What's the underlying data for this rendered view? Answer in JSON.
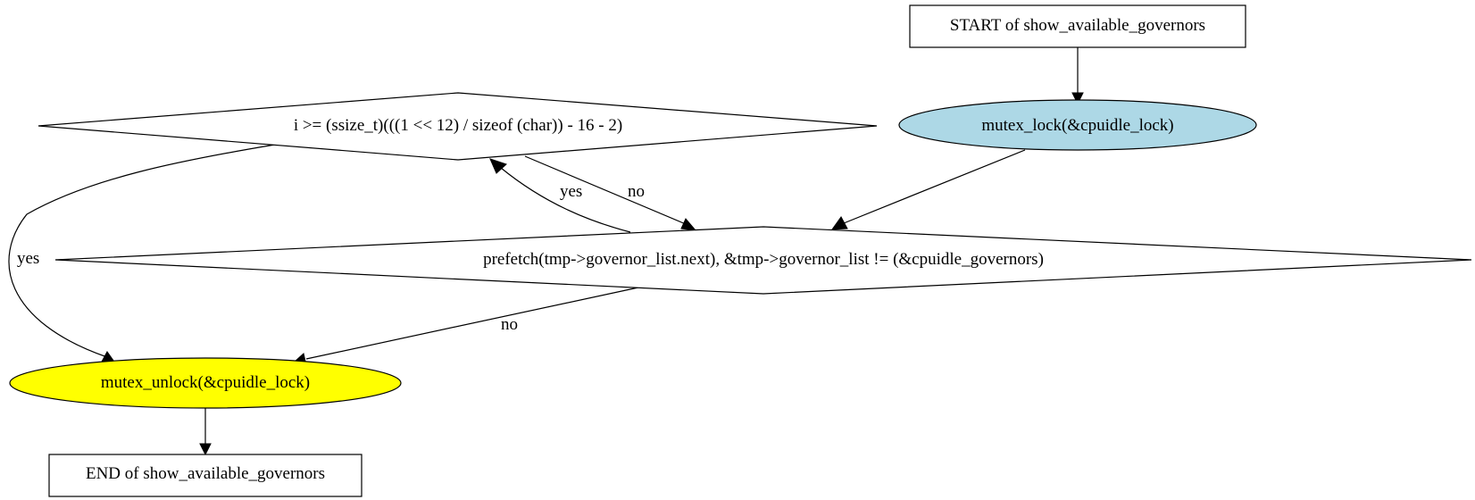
{
  "nodes": {
    "start": {
      "label": "START of show_available_governors",
      "shape": "box",
      "fill": "#ffffff"
    },
    "lock": {
      "label": "mutex_lock(&cpuidle_lock)",
      "shape": "ellipse",
      "fill": "#add8e6"
    },
    "cond_size": {
      "label": "i >= (ssize_t)(((1 << 12) / sizeof (char)) - 16 - 2)",
      "shape": "diamond",
      "fill": "#ffffff"
    },
    "cond_loop": {
      "label": "prefetch(tmp->governor_list.next), &tmp->governor_list != (&cpuidle_governors)",
      "shape": "diamond",
      "fill": "#ffffff"
    },
    "unlock": {
      "label": "mutex_unlock(&cpuidle_lock)",
      "shape": "ellipse",
      "fill": "#ffff00"
    },
    "end": {
      "label": "END of show_available_governors",
      "shape": "box",
      "fill": "#ffffff"
    }
  },
  "edges": {
    "size_yes_unlock": {
      "from": "cond_size",
      "to": "unlock",
      "label": "yes"
    },
    "size_no_loop": {
      "from": "cond_size",
      "to": "cond_loop",
      "label": "no"
    },
    "loop_yes_size": {
      "from": "cond_loop",
      "to": "cond_size",
      "label": "yes"
    },
    "loop_no_unlock": {
      "from": "cond_loop",
      "to": "unlock",
      "label": "no"
    },
    "start_lock": {
      "from": "start",
      "to": "lock",
      "label": ""
    },
    "lock_loop": {
      "from": "lock",
      "to": "cond_loop",
      "label": ""
    },
    "unlock_end": {
      "from": "unlock",
      "to": "end",
      "label": ""
    }
  }
}
